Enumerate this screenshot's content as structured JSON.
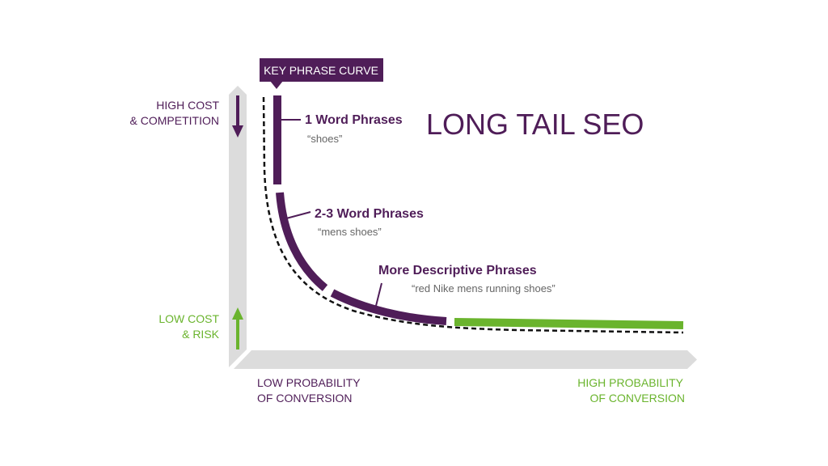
{
  "title": "LONG TAIL SEO",
  "curve_label": "KEY PHRASE CURVE",
  "y_axis": {
    "top_label": [
      "HIGH COST",
      "& COMPETITION"
    ],
    "bottom_label": [
      "LOW COST",
      "& RISK"
    ]
  },
  "x_axis": {
    "left_label": [
      "LOW PROBABILITY",
      "OF CONVERSION"
    ],
    "right_label": [
      "HIGH PROBABILITY",
      "OF CONVERSION"
    ]
  },
  "segments": [
    {
      "heading": "1 Word Phrases",
      "example": "“shoes”"
    },
    {
      "heading": "2-3 Word Phrases",
      "example": "“mens shoes”"
    },
    {
      "heading": "More Descriptive Phrases",
      "example": "“red Nike mens running shoes”"
    }
  ],
  "colors": {
    "purple": "#4f1d58",
    "green": "#6ab42d",
    "axis": "#dcdcdc",
    "gray_text": "#666666"
  }
}
